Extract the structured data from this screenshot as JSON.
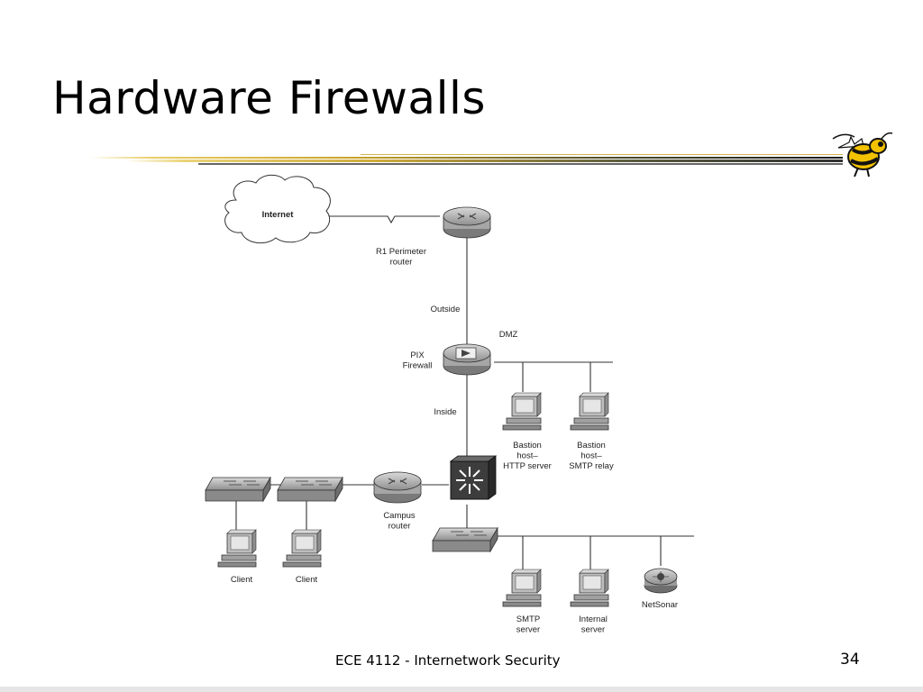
{
  "slide": {
    "title": "Hardware Firewalls",
    "footer": "ECE 4112 - Internetwork Security",
    "page_number": "34"
  },
  "icons": {
    "mascot": "yellow-jacket-bee-icon",
    "cloud": "internet-cloud-icon",
    "router": "router-icon",
    "firewall": "pix-firewall-icon",
    "switch": "lan-switch-icon",
    "multilayer_switch": "multilayer-switch-icon",
    "workstation": "workstation-icon",
    "sensor": "netsonar-sensor-icon"
  },
  "colors": {
    "title_rule": "#c9a227",
    "mascot": "#f2c200",
    "device": "#b3b3b3",
    "device_dark": "#3d3d3d"
  },
  "diagram": {
    "internet": "Internet",
    "r1_router": [
      "R1 Perimeter",
      "router"
    ],
    "outside": "Outside",
    "dmz": "DMZ",
    "pix_firewall": [
      "PIX",
      "Firewall"
    ],
    "inside": "Inside",
    "bastion_http": [
      "Bastion",
      "host–",
      "HTTP server"
    ],
    "bastion_smtp": [
      "Bastion",
      "host–",
      "SMTP relay"
    ],
    "campus_router": [
      "Campus",
      "router"
    ],
    "client_1": "Client",
    "client_2": "Client",
    "smtp_server": [
      "SMTP",
      "server"
    ],
    "internal_server": [
      "Internal",
      "server"
    ],
    "netsonar": "NetSonar"
  }
}
